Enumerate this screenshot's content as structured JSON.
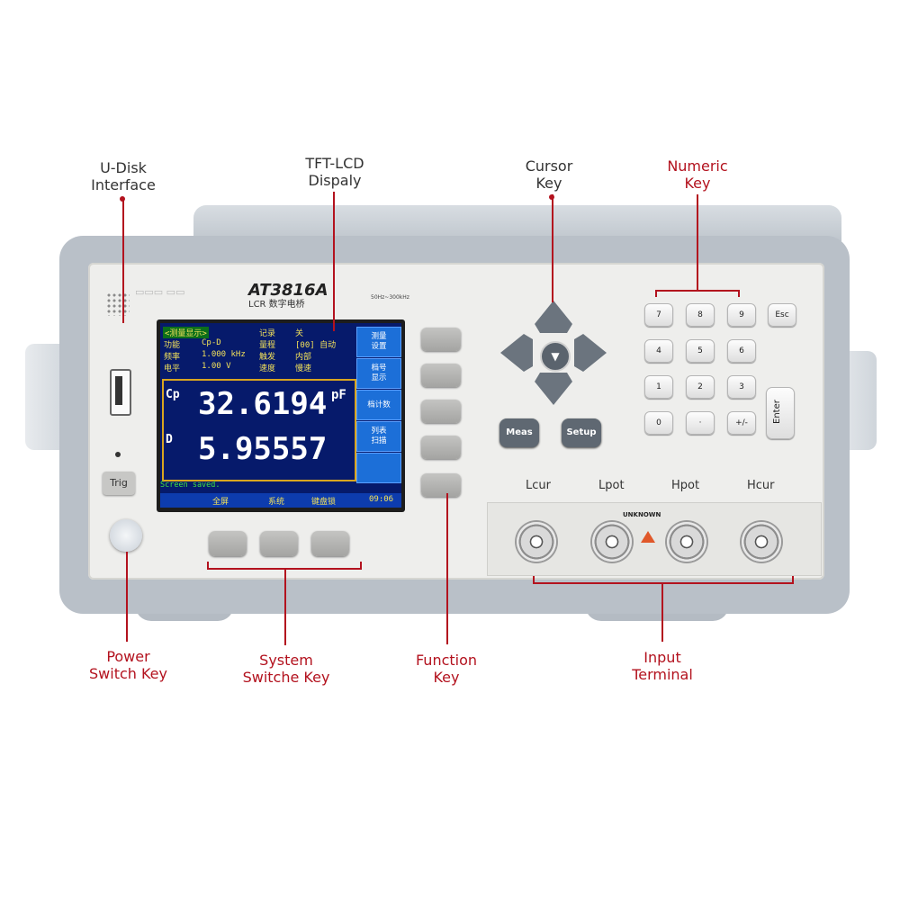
{
  "callouts": {
    "udisk": "U-Disk\nInterface",
    "tft": "TFT-LCD\nDispaly",
    "cursor": "Cursor\nKey",
    "numeric": "Numeric\nKey",
    "power": "Power\nSwitch Key",
    "system": "System\nSwitche Key",
    "function": "Function\nKey",
    "input": "Input\nTerminal"
  },
  "panel": {
    "model": "AT3816A",
    "model_sub": "LCR 数字电桥",
    "freq_range": "50Hz~300kHz",
    "trig_label": "Trig"
  },
  "lcd": {
    "title": "<测量显示>",
    "rows": [
      [
        "功能",
        "Cp-D",
        "量程",
        "[00] 自动"
      ],
      [
        "频率",
        "1.000 kHz",
        "触发",
        "内部"
      ],
      [
        "电平",
        "1.00  V",
        "速度",
        "慢速"
      ]
    ],
    "record_label": "记录",
    "record_value": "关",
    "primary_param": "Cp",
    "primary_value": "32.6194",
    "primary_unit": "pF",
    "secondary_param": "D",
    "secondary_value": "5.95557",
    "status": "Screen saved.",
    "menu": [
      "全屏",
      "系统",
      "键盘锁",
      "09:06"
    ],
    "softkeys": [
      "测量\n设置",
      "档号\n显示",
      "档计数",
      "列表\n扫描",
      ""
    ]
  },
  "buttons": {
    "meas": "Meas",
    "setup": "Setup",
    "esc": "Esc",
    "enter": "Enter",
    "numpad": [
      "7",
      "8",
      "9",
      "4",
      "5",
      "6",
      "1",
      "2",
      "3",
      "0",
      "·",
      "+/-"
    ]
  },
  "terminals": {
    "unknown_label": "UNKNOWN",
    "labels": [
      "Lcur",
      "Lpot",
      "Hpot",
      "Hcur"
    ]
  },
  "colors": {
    "callout_red": "#b3121e",
    "lcd_blue": "#061a6b",
    "softkey_blue": "#1c6fd8"
  }
}
